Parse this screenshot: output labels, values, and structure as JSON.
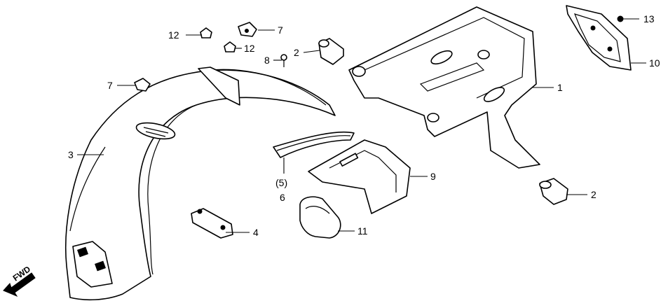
{
  "diagram": {
    "fwd_label": "FWD",
    "callouts": {
      "c1": "1",
      "c2a": "2",
      "c2b": "2",
      "c3": "3",
      "c4": "4",
      "c5": "(5)",
      "c6": "6",
      "c7a": "7",
      "c7b": "7",
      "c8": "8",
      "c9": "9",
      "c10": "10",
      "c11": "11",
      "c12a": "12",
      "c12b": "12",
      "c13": "13"
    }
  }
}
